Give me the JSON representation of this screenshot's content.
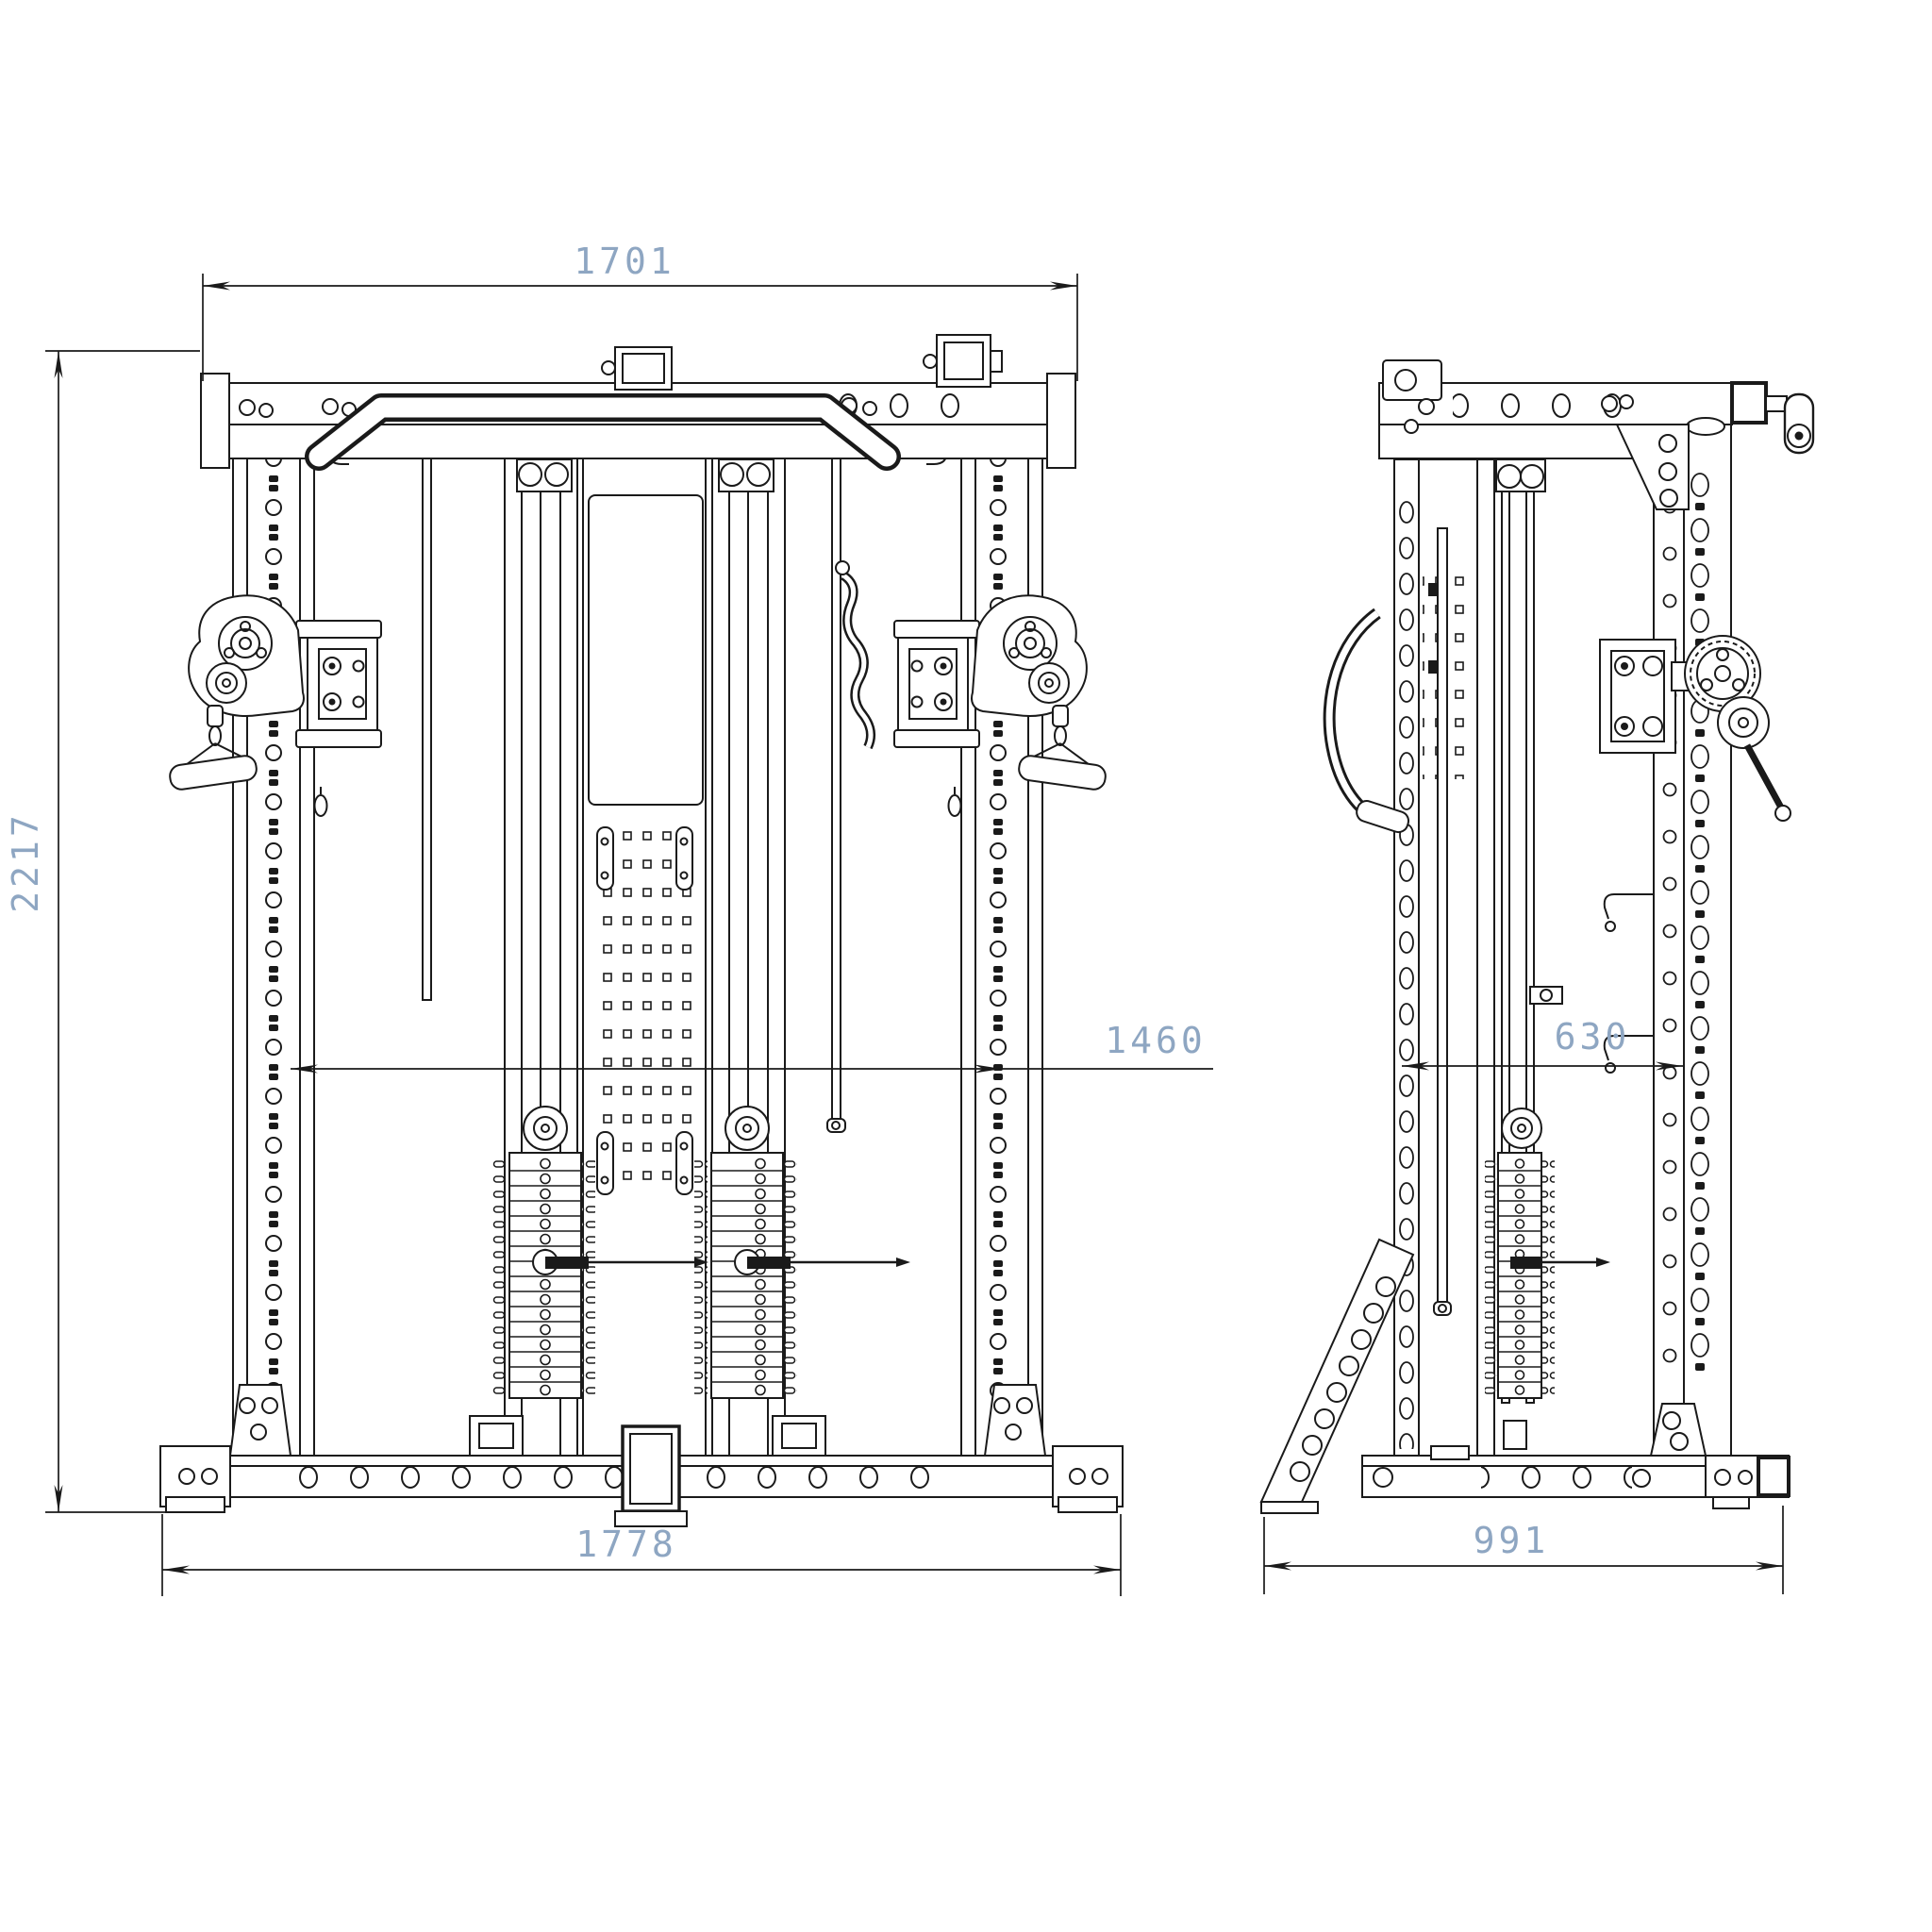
{
  "drawing": {
    "background_color": "#ffffff",
    "line_color": "#1a1a1a",
    "dimension_text_color": "#8ea6c2"
  },
  "dimensions": {
    "front_top_width": "1701",
    "front_overall_height": "2217",
    "front_inner_width": "1460",
    "front_base_width": "1778",
    "side_inner_depth": "630",
    "side_base_depth": "991"
  }
}
